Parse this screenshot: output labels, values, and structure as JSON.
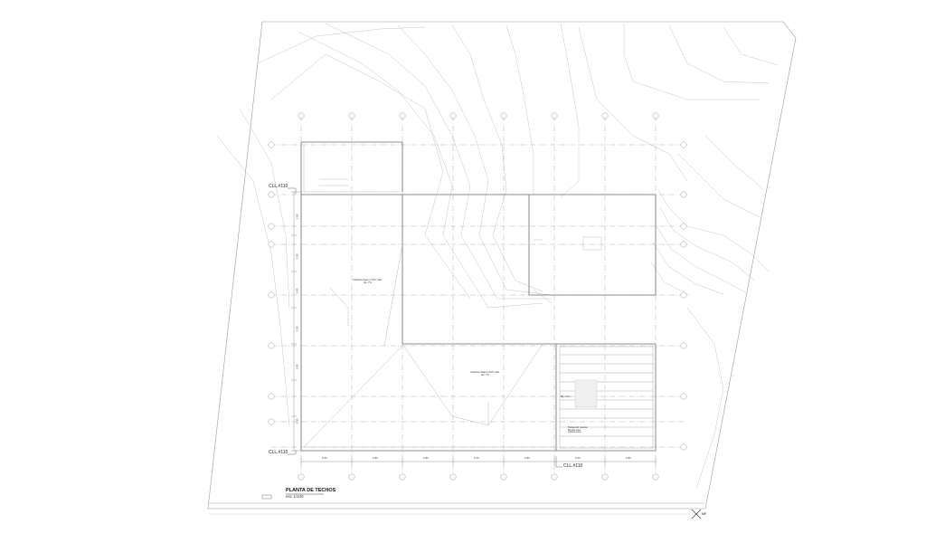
{
  "plan": {
    "title": "PLANTA DE TECHOS",
    "scale": "esc 1/100",
    "north_label": "NF"
  },
  "levels": {
    "top_left": "CLL.#110",
    "bottom_left": "CLL.#110",
    "bottom_right": "CLL.#110"
  },
  "notes": {
    "roof_upper": [
      "Cubierta chapa c/ PVC trasl.",
      "pte. 7%"
    ],
    "roof_lower": [
      "Cubierta chapa c/ PVC trasl.",
      "pte. 7%"
    ],
    "side_note": "Bg. chico",
    "box_note": [
      "Tanque de reserva",
      "Bomba pres.",
      "cañería pres."
    ]
  },
  "dimensions": {
    "bottom": [
      "5.20",
      "3.80",
      "3.80",
      "5.10",
      "3.80",
      "3.20",
      "3.80"
    ],
    "left": [
      "3.00",
      "3.00",
      "3.00",
      "3.00",
      "3.00",
      "3.00"
    ]
  },
  "colors": {
    "line": "#8a8a8a",
    "thin": "#bdbdbd",
    "ink": "#444444"
  }
}
